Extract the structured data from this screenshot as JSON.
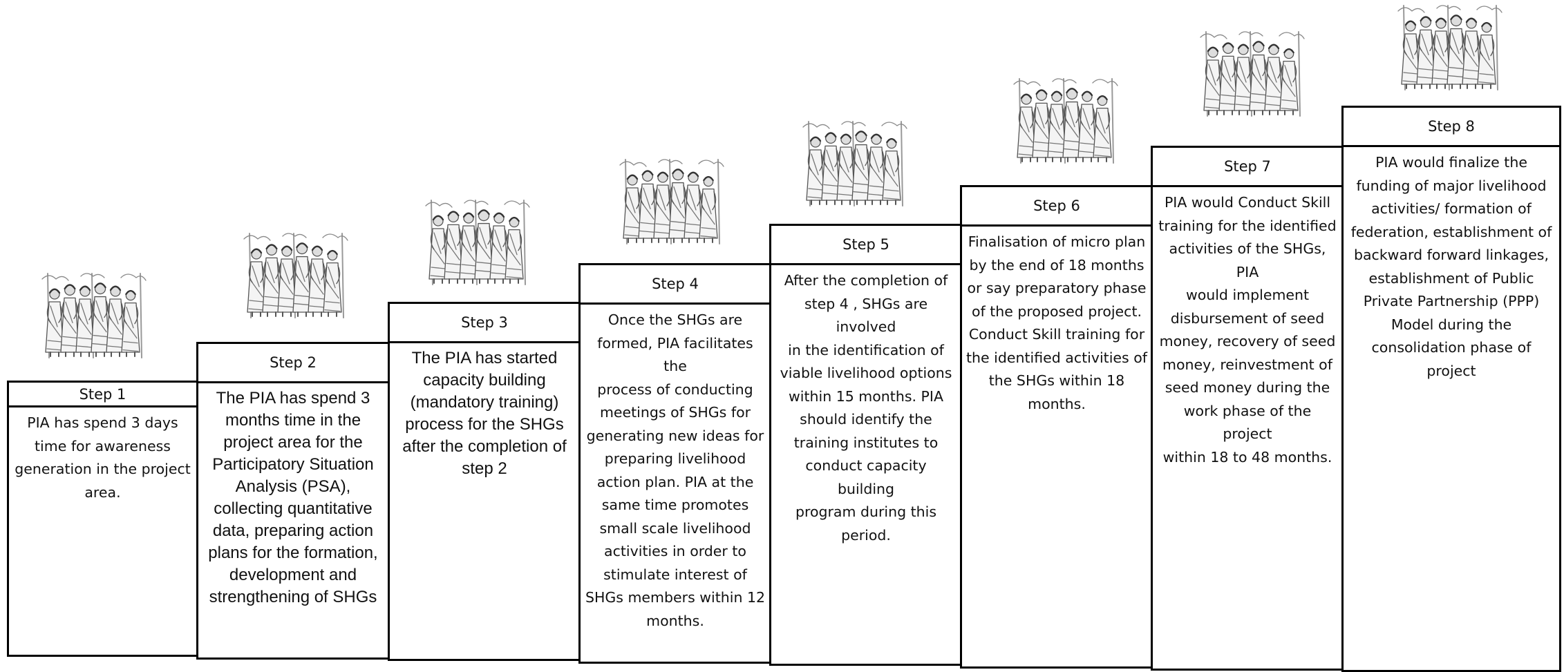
{
  "steps": [
    {
      "label": "Step 1",
      "text": "PIA has spend 3 days\ntime for awareness\ngeneration in the project\narea.",
      "illustration": "women-self-help-group-illustration"
    },
    {
      "label": "Step 2",
      "text": "The PIA has spend 3\nmonths time in the\nproject area for the\nParticipatory Situation\nAnalysis (PSA),\ncollecting quantitative\ndata, preparing action\nplans for the formation,\ndevelopment and\nstrengthening of SHGs",
      "illustration": "women-self-help-group-illustration"
    },
    {
      "label": "Step 3",
      "text": "The PIA has started\ncapacity building\n(mandatory training)\nprocess for the SHGs\nafter the completion of\nstep 2",
      "illustration": "women-self-help-group-illustration"
    },
    {
      "label": "Step 4",
      "text": "Once the SHGs are\nformed, PIA facilitates the\nprocess of conducting\nmeetings of SHGs for\ngenerating new ideas for\npreparing livelihood\naction plan. PIA at the\nsame time promotes\nsmall scale livelihood\nactivities in order to\nstimulate interest of\nSHGs members within 12\nmonths.",
      "illustration": "women-self-help-group-illustration"
    },
    {
      "label": "Step 5",
      "text": "After the completion of\nstep 4 , SHGs are involved\nin the identification of\nviable livelihood options\nwithin 15 months. PIA\nshould identify the\ntraining institutes to\nconduct capacity building\nprogram during this\nperiod.",
      "illustration": "women-self-help-group-illustration"
    },
    {
      "label": "Step 6",
      "text": "Finalisation of micro plan\nby the end of 18 months\nor say preparatory phase\nof the proposed project.\nConduct  Skill training for\nthe identified activities of\nthe SHGs within 18\nmonths.",
      "illustration": "women-self-help-group-illustration"
    },
    {
      "label": "Step 7",
      "text": "PIA would Conduct  Skill\ntraining for the identified\nactivities of the SHGs, PIA\nwould implement\ndisbursement of seed\nmoney, recovery of seed\nmoney, reinvestment of\nseed money during the\nwork phase of the project\nwithin 18 to 48 months.",
      "illustration": "women-self-help-group-illustration"
    },
    {
      "label": "Step 8",
      "text": "PIA would finalize the\nfunding of major livelihood\nactivities/ formation of\nfederation, establishment of\nbackward forward linkages,\nestablishment of Public\nPrivate Partnership (PPP)\nModel during the\nconsolidation phase of\nproject",
      "illustration": "women-self-help-group-illustration"
    }
  ]
}
